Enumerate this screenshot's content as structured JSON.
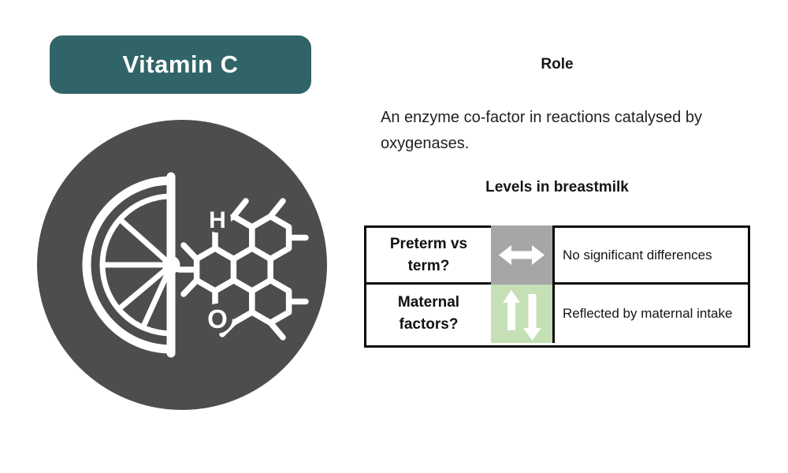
{
  "title_card": {
    "label": "Vitamin C"
  },
  "vitamin_icon": {
    "name": "half-citrus-slice-with-molecule",
    "atom_labels": {
      "hydrogen": "H",
      "oxygen": "O"
    }
  },
  "role_section": {
    "heading": "Role",
    "body": "An enzyme co-factor in reactions catalysed by oxygenases."
  },
  "levels_section": {
    "heading": "Levels in breastmilk",
    "table": {
      "rows": [
        {
          "label": "Preterm vs term?",
          "icon": "left-right-arrow-icon",
          "value": "No significant differences"
        },
        {
          "label": "Maternal factors?",
          "icon": "up-down-arrows-icon",
          "value": "Reflected by maternal intake"
        }
      ]
    }
  },
  "colors": {
    "teal_header": "#316468",
    "circle_gray": "#4d4d4d",
    "no_change_gray": "#a6a6a6",
    "variable_green": "#c5e0b4",
    "border_black": "#0a0a0a"
  }
}
